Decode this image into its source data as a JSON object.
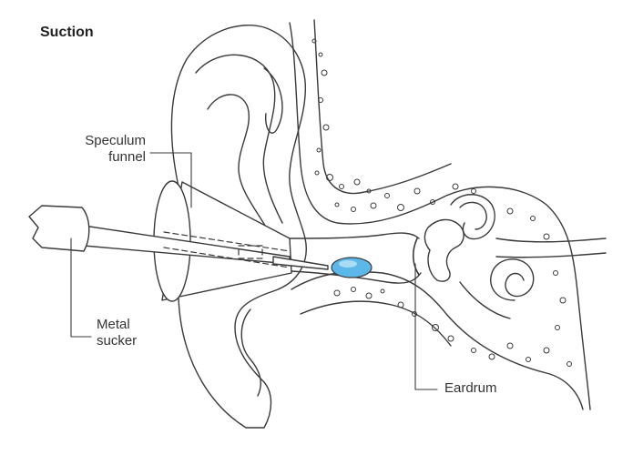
{
  "title": "Suction",
  "labels": {
    "speculum_line1": "Speculum",
    "speculum_line2": "funnel",
    "sucker_line1": "Metal",
    "sucker_line2": "sucker",
    "eardrum": "Eardrum"
  },
  "colors": {
    "line": "#3a3a3a",
    "wax": "#5bb8e8",
    "wax_highlight": "#a9dcf5",
    "background": "#ffffff"
  }
}
